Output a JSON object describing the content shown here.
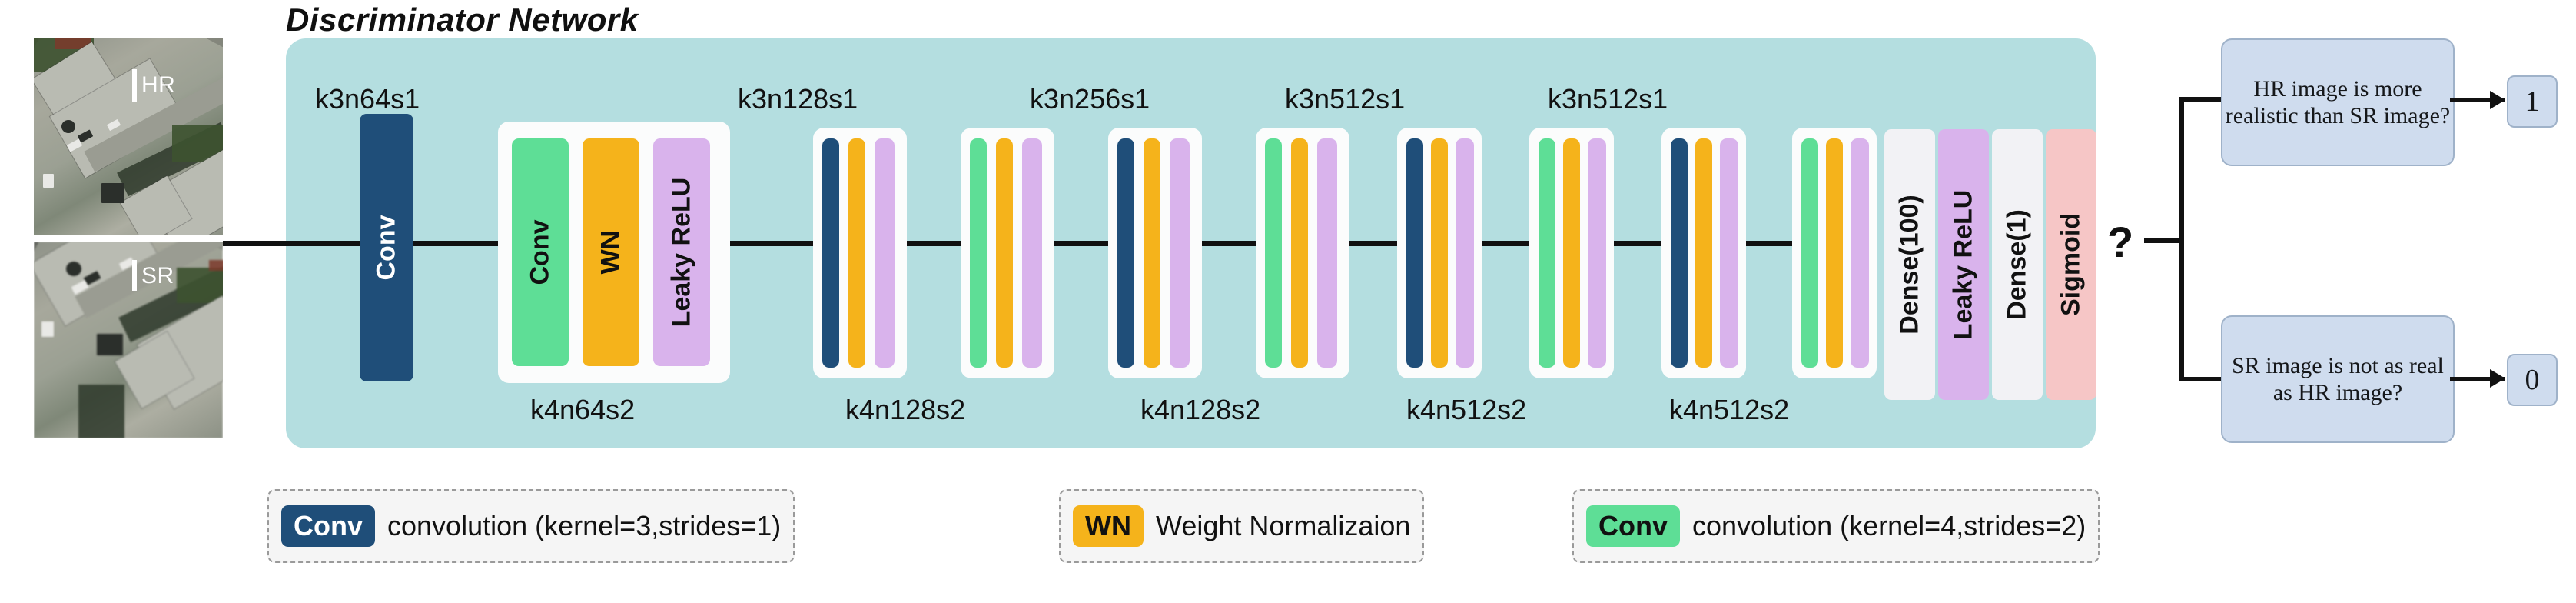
{
  "title": "Discriminator Network",
  "inputs": [
    {
      "tag": "HR",
      "name": "hr-input-image"
    },
    {
      "tag": "SR",
      "name": "sr-input-image"
    }
  ],
  "decision": {
    "question_mark": "?",
    "branches": [
      {
        "text": "HR image is more realistic than SR image?",
        "lines": [
          "HR image is",
          "more realistic",
          "than SR image?"
        ],
        "output": "1"
      },
      {
        "text": "SR image is not as real as HR image?",
        "lines": [
          "SR image",
          "is not as real",
          "as HR image?"
        ],
        "output": "0"
      }
    ]
  },
  "top_labels": [
    "k3n64s1",
    "k3n128s1",
    "k3n256s1",
    "k3n512s1",
    "k3n512s1"
  ],
  "bottom_labels": [
    "k4n64s2",
    "k4n128s2",
    "k4n128s2",
    "k4n512s2",
    "k4n512s2"
  ],
  "blocks": {
    "conv_k3": "Conv",
    "conv_k4": "Conv",
    "wn": "WN",
    "lrelu": "Leaky ReLU",
    "dense100": "Dense(100)",
    "dense1": "Dense(1)",
    "sigmoid": "Sigmoid"
  },
  "legend": [
    {
      "badge": "Conv",
      "badge_color": "#1f4e79",
      "badge_text_color": "#ffffff",
      "text": "convolution (kernel=3,strides=1)"
    },
    {
      "badge": "WN",
      "badge_color": "#f5b31b",
      "badge_text_color": "#111111",
      "text": "Weight Normalizaion"
    },
    {
      "badge": "Conv",
      "badge_color": "#5ede96",
      "badge_text_color": "#111111",
      "text": "convolution (kernel=4,strides=2)"
    }
  ],
  "colors": {
    "panel": "#b4dee0",
    "conv_k3": "#1f4e79",
    "conv_k4": "#5ede96",
    "wn": "#f5b31b",
    "lrelu": "#d9b3ec",
    "dense": "#f2f2f5",
    "sigmoid": "#f6c6c6",
    "box": "#cfdcee"
  }
}
